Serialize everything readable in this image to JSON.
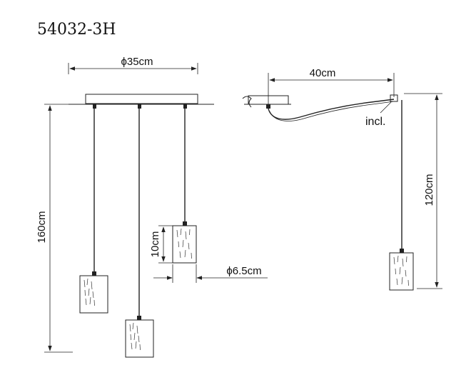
{
  "product": {
    "model_code": "54032-3H"
  },
  "dimensions": {
    "canopy_diameter": "ϕ35cm",
    "total_height": "160cm",
    "shade_height": "10cm",
    "shade_diameter": "ϕ6.5cm",
    "arm_reach": "40cm",
    "cable_length": "120cm"
  },
  "callouts": {
    "included": "incl."
  },
  "colors": {
    "line": "#222222",
    "background": "#ffffff"
  }
}
